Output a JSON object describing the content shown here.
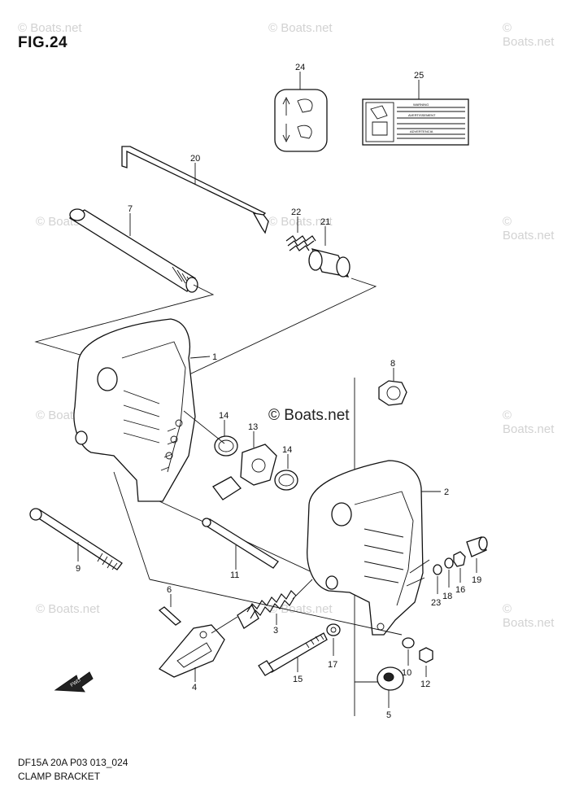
{
  "figure": {
    "title": "FIG.24",
    "model_code": "DF15A 20A P03 013_024",
    "caption": "CLAMP BRACKET"
  },
  "watermark": {
    "text": "© Boats.net",
    "center_text": "© Boats.net"
  },
  "decal_25": {
    "line1": "WARNING",
    "line2": "AVERTISSEMENT",
    "line3": "ADVERTENCIA"
  },
  "fwd_icon": {
    "label": "FWD",
    "icon": "arrow-fwd-icon"
  },
  "parts": [
    {
      "number": "1"
    },
    {
      "number": "2"
    },
    {
      "number": "3"
    },
    {
      "number": "4"
    },
    {
      "number": "5"
    },
    {
      "number": "6"
    },
    {
      "number": "7"
    },
    {
      "number": "8"
    },
    {
      "number": "9"
    },
    {
      "number": "10"
    },
    {
      "number": "11"
    },
    {
      "number": "12"
    },
    {
      "number": "13"
    },
    {
      "number": "14"
    },
    {
      "number": "14"
    },
    {
      "number": "15"
    },
    {
      "number": "16"
    },
    {
      "number": "17"
    },
    {
      "number": "18"
    },
    {
      "number": "19"
    },
    {
      "number": "20"
    },
    {
      "number": "21"
    },
    {
      "number": "22"
    },
    {
      "number": "23"
    },
    {
      "number": "24"
    },
    {
      "number": "25"
    }
  ]
}
